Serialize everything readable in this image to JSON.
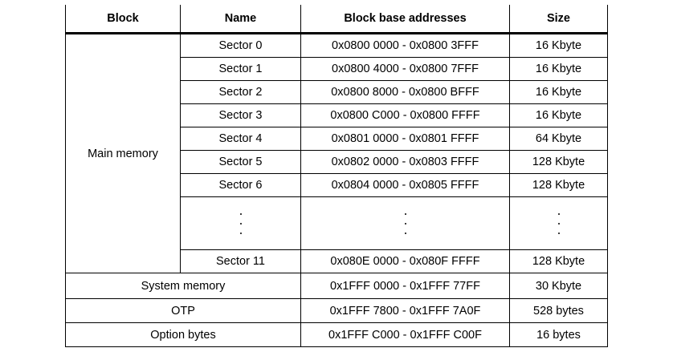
{
  "headers": {
    "block": "Block",
    "name": "Name",
    "addresses": "Block base addresses",
    "size": "Size"
  },
  "main_memory_label": "Main memory",
  "sectors": [
    {
      "name": "Sector 0",
      "address": "0x0800 0000 - 0x0800 3FFF",
      "size": "16 Kbyte"
    },
    {
      "name": "Sector 1",
      "address": "0x0800 4000 - 0x0800 7FFF",
      "size": "16 Kbyte"
    },
    {
      "name": "Sector 2",
      "address": "0x0800 8000 - 0x0800 BFFF",
      "size": "16 Kbyte"
    },
    {
      "name": "Sector 3",
      "address": "0x0800 C000 - 0x0800 FFFF",
      "size": "16 Kbyte"
    },
    {
      "name": "Sector 4",
      "address": "0x0801 0000 - 0x0801 FFFF",
      "size": "64 Kbyte"
    },
    {
      "name": "Sector 5",
      "address": "0x0802 0000 - 0x0803 FFFF",
      "size": "128 Kbyte"
    },
    {
      "name": "Sector 6",
      "address": "0x0804 0000 - 0x0805 FFFF",
      "size": "128 Kbyte"
    }
  ],
  "sector_11": {
    "name": "Sector 11",
    "address": "0x080E 0000 - 0x080F FFFF",
    "size": "128 Kbyte"
  },
  "other_blocks": [
    {
      "name": "System memory",
      "address": "0x1FFF 0000 - 0x1FFF 77FF",
      "size": "30 Kbyte"
    },
    {
      "name": "OTP",
      "address": "0x1FFF 7800 - 0x1FFF 7A0F",
      "size": "528 bytes"
    },
    {
      "name": "Option bytes",
      "address": "0x1FFF C000 - 0x1FFF C00F",
      "size": "16 bytes"
    }
  ]
}
